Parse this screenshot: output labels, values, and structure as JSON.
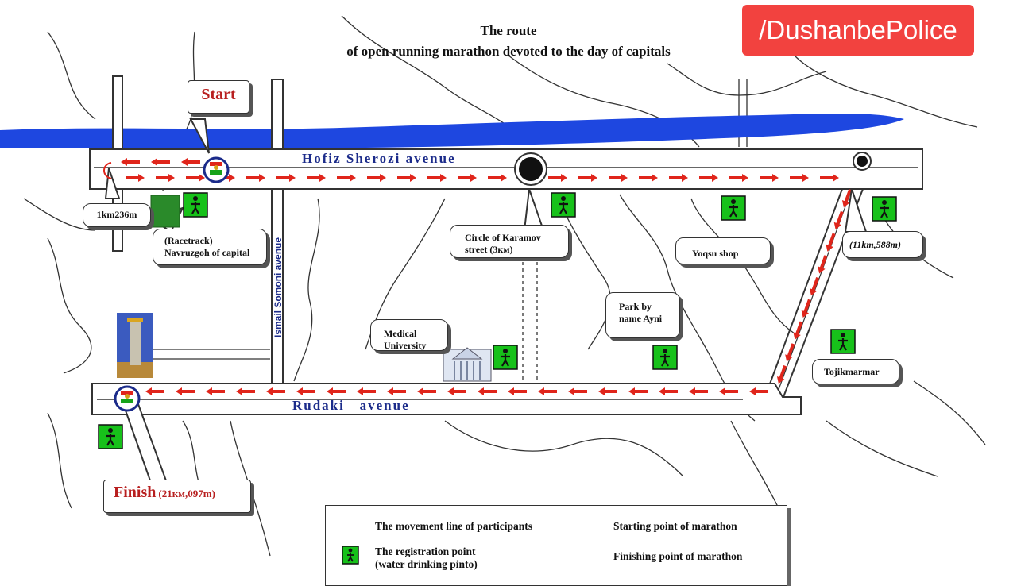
{
  "title": {
    "line1": "The route",
    "line2": "of open running marathon devoted to the day of capitals"
  },
  "brand": "/DushanbePolice",
  "streets": {
    "hofiz": "Hofiz Sherozi avenue",
    "rudaki": "Rudaki   avenue",
    "somoni": "Ismail Somoni avenue"
  },
  "callouts": {
    "start": "Start",
    "km1": "1km236m",
    "racetrack_line1": "(Racetrack)",
    "racetrack_line2": "Navruzgoh of capital",
    "karamov_line1": "Circle of Karamov",
    "karamov_line2": "street (3км)",
    "yoqsu": "Yoqsu shop",
    "km11": "(11km,588m)",
    "park_line1": "Park by",
    "park_line2": "name Ayni",
    "medical_line1": "Medical",
    "medical_line2": "University",
    "tojikmarmar": "Tojikmarmar",
    "finish": "Finish",
    "finish_distance": "(21км,097m)"
  },
  "legend": {
    "movement": "The movement line of participants",
    "registration_line1": "The registration point",
    "registration_line2": "(water drinking pinto)",
    "start_point": "Starting point of marathon",
    "finish_point": "Finishing point of marathon"
  },
  "colors": {
    "river": "#1e47e0",
    "route_arrow": "#e0251b",
    "registration_green": "#17c11a",
    "street_label": "#1b2b8a",
    "brand_bg": "#f2423f"
  }
}
